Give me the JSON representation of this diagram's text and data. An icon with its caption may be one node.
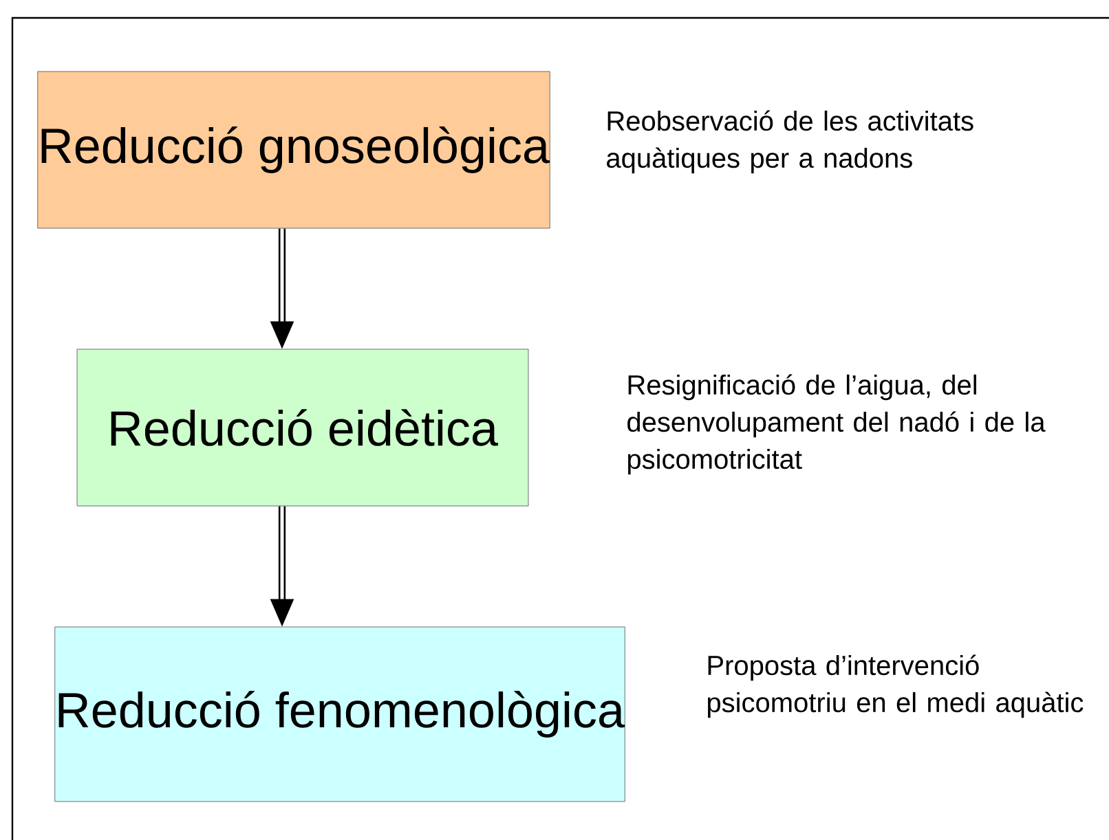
{
  "diagram": {
    "nodes": [
      {
        "text": [
          "Reducció gnoseològica"
        ],
        "beside": [
          "Reobservació de les activitats aquàtiques per a nadons"
        ]
      },
      {
        "text": [
          "Reducció eidètica"
        ],
        "beside": [
          "Resignificació de l’aigua, del desenvolupament del nadó i de la psicomotricitat"
        ]
      },
      {
        "text": [
          "Reducció fenomenològica"
        ],
        "beside": [
          "Proposta d’intervenció psicomotriu en el medi aquàtic"
        ]
      }
    ],
    "edges": [
      {
        "from": 0,
        "to": 1,
        "arrow": "to"
      },
      {
        "from": 1,
        "to": 2,
        "arrow": "to"
      }
    ]
  }
}
